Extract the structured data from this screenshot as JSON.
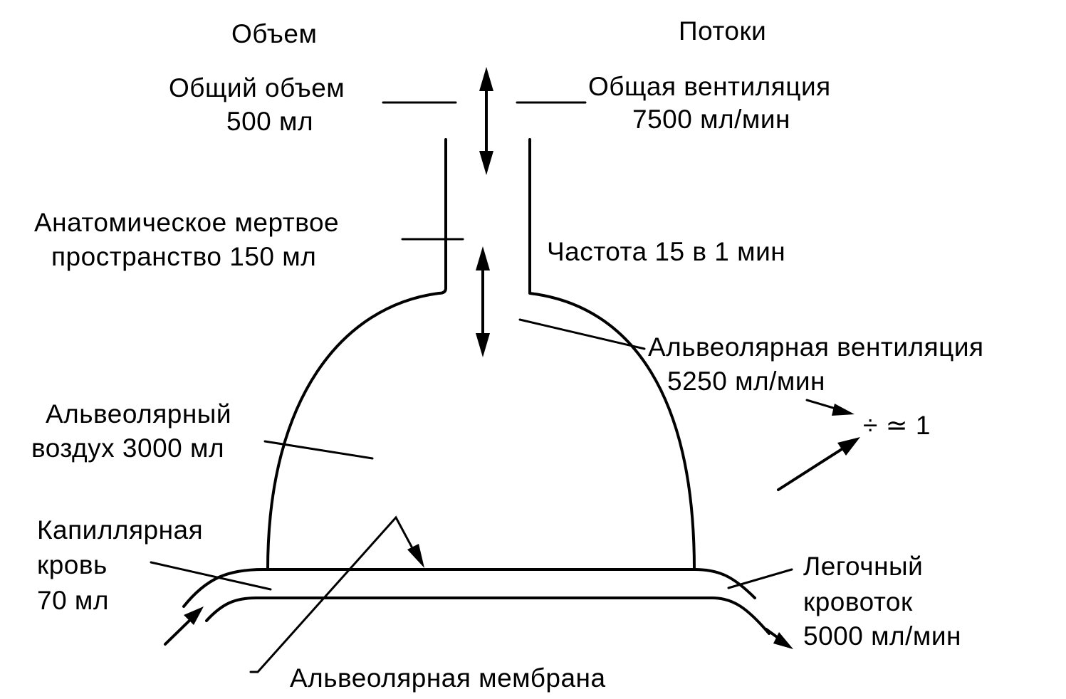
{
  "headers": {
    "volume": "Объем",
    "flows": "Потоки"
  },
  "labels": {
    "total_volume_1": "Общий объем",
    "total_volume_2": "500 мл",
    "total_ventilation_1": "Общая вентиляция",
    "total_ventilation_2": "7500 мл/мин",
    "dead_space_1": "Анатомическое мертвое",
    "dead_space_2": "пространство 150 мл",
    "frequency": "Частота 15 в 1 мин",
    "alveolar_ventilation_1": "Альвеолярная вентиляция",
    "alveolar_ventilation_2": "5250 мл/мин",
    "ratio": "÷ ≃ 1",
    "alveolar_air_1": "Альвеолярный",
    "alveolar_air_2": "воздух 3000 мл",
    "capillary_blood_1": "Капиллярная",
    "capillary_blood_2": "кровь",
    "capillary_blood_3": "70 мл",
    "pulmonary_flow_1": "Легочный",
    "pulmonary_flow_2": "кровоток",
    "pulmonary_flow_3": "5000 мл/мин",
    "alveolar_membrane": "Альвеолярная мембрана"
  },
  "colors": {
    "ink": "#000000",
    "background": "#ffffff"
  }
}
